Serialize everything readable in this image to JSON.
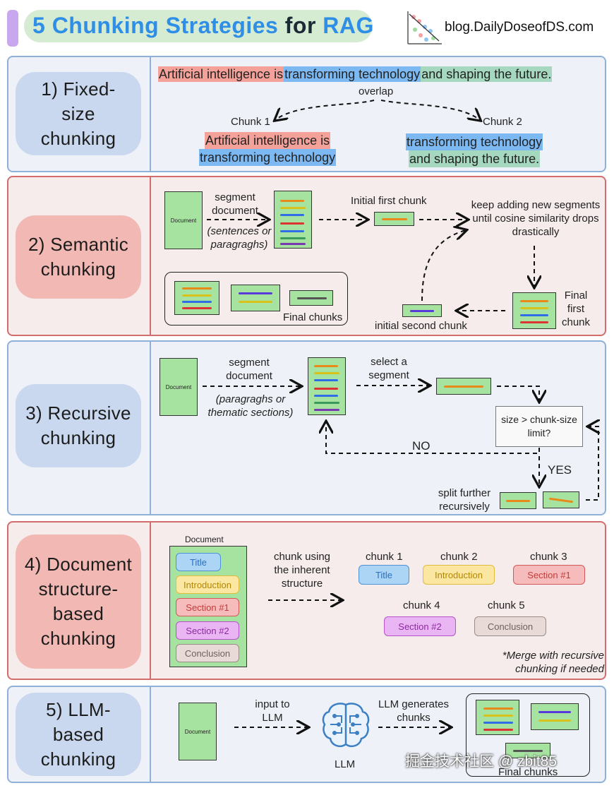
{
  "header": {
    "title_part1": "5 Chunking Strategies",
    "title_part2": "for",
    "title_part3": "RAG",
    "blog": "blog.DailyDoseofDS.com"
  },
  "colors": {
    "accent_blue": "#2f8fe6",
    "panel_blue_border": "#8fb0d8",
    "panel_red_border": "#d36c6c",
    "doc_green": "#a7e3a0",
    "highlight_red": "#f4a19a",
    "highlight_blue": "#7cb8f2",
    "highlight_green": "#a6d8bf"
  },
  "fixed": {
    "label": "1) Fixed-size chunking",
    "sentence_a": "Artificial intelligence is",
    "sentence_b": "transforming technology",
    "sentence_c": "and shaping the future.",
    "overlap": "overlap",
    "chunk1_label": "Chunk 1",
    "chunk2_label": "Chunk 2",
    "chunk1_line1": "Artificial intelligence is",
    "chunk1_line2": "transforming technology",
    "chunk2_line1": "transforming technology",
    "chunk2_line2": "and shaping the future."
  },
  "semantic": {
    "label": "2) Semantic chunking",
    "document": "Document",
    "segment": "segment document",
    "segment_note": "(sentences or paragraghs)",
    "initial_first": "Initial first chunk",
    "keep_adding": "keep adding new segments until cosine similarity drops drastically",
    "final_first": "Final first chunk",
    "initial_second": "initial second chunk",
    "final_chunks": "Final chunks"
  },
  "recursive": {
    "label": "3) Recursive chunking",
    "document": "Document",
    "segment": "segment document",
    "segment_note": "(paragraghs or thematic sections)",
    "select": "select a segment",
    "decision": "size > chunk-size limit?",
    "no": "NO",
    "yes": "YES",
    "split": "split further recursively"
  },
  "structure": {
    "label": "4) Document structure-based chunking",
    "document": "Document",
    "items": [
      "Title",
      "Introduction",
      "Section #1",
      "Section #2",
      "Conclusion"
    ],
    "arrow_text": "chunk using the inherent structure",
    "chunks": [
      {
        "label": "chunk 1",
        "tag": "Title"
      },
      {
        "label": "chunk 2",
        "tag": "Introduction"
      },
      {
        "label": "chunk 3",
        "tag": "Section #1"
      },
      {
        "label": "chunk 4",
        "tag": "Section #2"
      },
      {
        "label": "chunk 5",
        "tag": "Conclusion"
      }
    ],
    "note": "*Merge with recursive chunking if needed"
  },
  "llm": {
    "label": "5) LLM-based chunking",
    "document": "Document",
    "input": "input to LLM",
    "llm": "LLM",
    "generates": "LLM generates chunks",
    "final_chunks": "Final chunks"
  },
  "watermark": "掘金技术社区 @ zbit85"
}
